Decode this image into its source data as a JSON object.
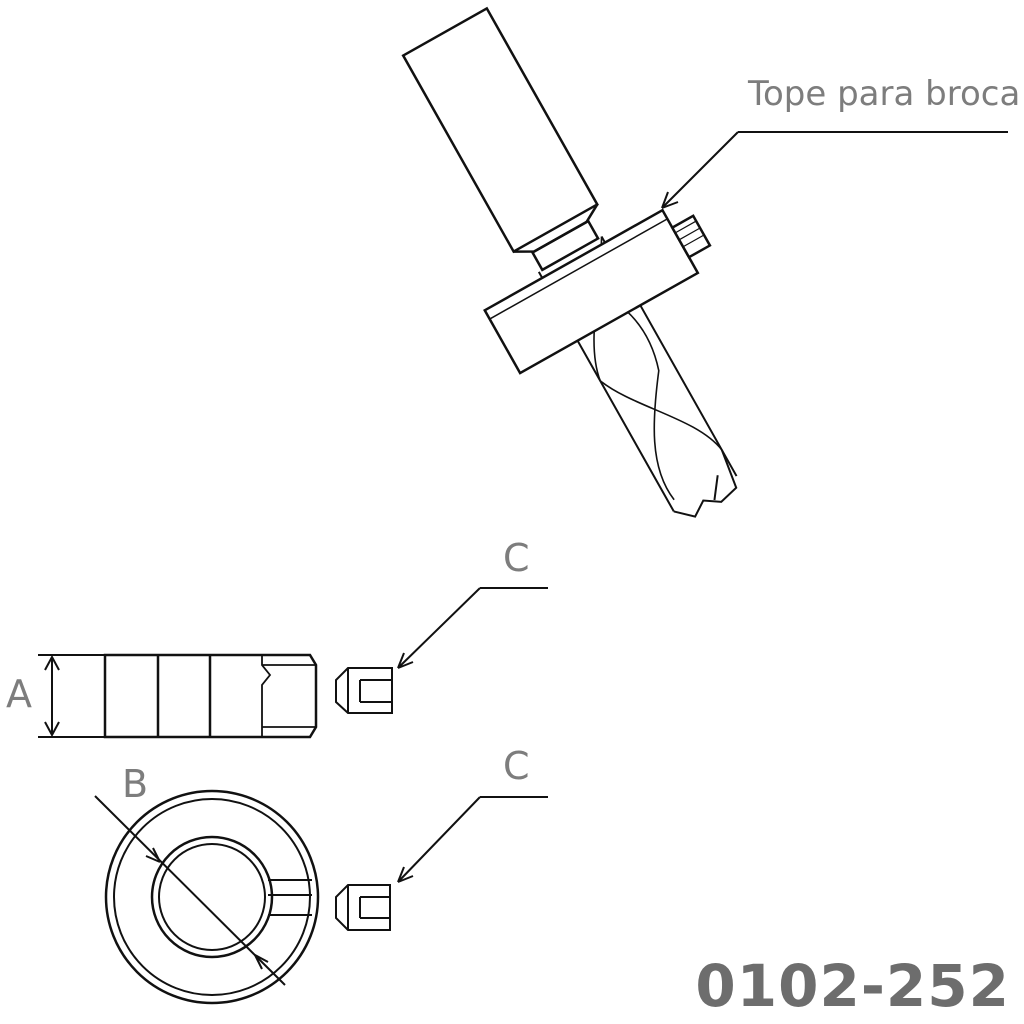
{
  "callout": {
    "drill_stop_label": "Tope para broca"
  },
  "labels": {
    "screw_top": "C",
    "screw_bottom": "C",
    "height_dim": "A",
    "diameter_dim": "B"
  },
  "part_number": "0102-252"
}
